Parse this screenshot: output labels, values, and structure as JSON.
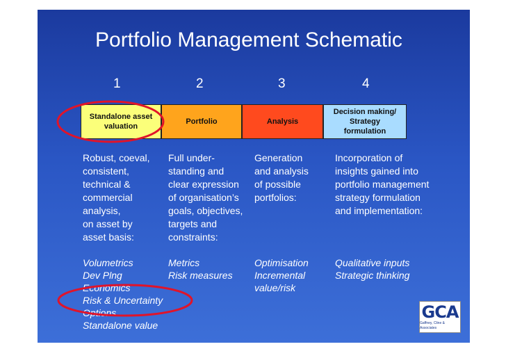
{
  "title": "Portfolio Management Schematic",
  "stages": [
    {
      "number": "1",
      "label_lines": [
        "Standalone asset",
        "valuation"
      ],
      "color": "#fbff7a"
    },
    {
      "number": "2",
      "label_lines": [
        "Portfolio"
      ],
      "color": "#ffa41c"
    },
    {
      "number": "3",
      "label_lines": [
        "Analysis"
      ],
      "color": "#ff4a1e"
    },
    {
      "number": "4",
      "label_lines": [
        "Decision making/",
        "Strategy",
        "formulation"
      ],
      "color": "#a9dcff"
    }
  ],
  "descriptions": [
    [
      "Robust, coeval,",
      "consistent,",
      "technical &",
      "commercial",
      "analysis,",
      "on asset by",
      "asset basis:"
    ],
    [
      "Full under-",
      "standing and",
      "clear expression",
      "of organisation’s",
      "goals, objectives,",
      "targets and",
      "constraints:"
    ],
    [
      "Generation",
      "and analysis",
      "of possible",
      "portfolios:"
    ],
    [
      "Incorporation of",
      "insights gained into",
      "portfolio management",
      "strategy formulation",
      "and implementation:"
    ]
  ],
  "items": [
    [
      "Volumetrics",
      "Dev Plng",
      "Economics",
      "Risk & Uncertainty",
      "Options",
      "Standalone value"
    ],
    [
      "Metrics",
      "Risk measures"
    ],
    [
      "Optimisation",
      "Incremental",
      "value/risk"
    ],
    [
      "Qualitative inputs",
      "Strategic thinking"
    ]
  ],
  "logo": {
    "text": "GCA",
    "subtext": "Gaffney, Cline & Associates"
  },
  "colors": {
    "background": "#2a56c4",
    "highlight_oval": "#e0142a",
    "text": "#ffffff"
  }
}
